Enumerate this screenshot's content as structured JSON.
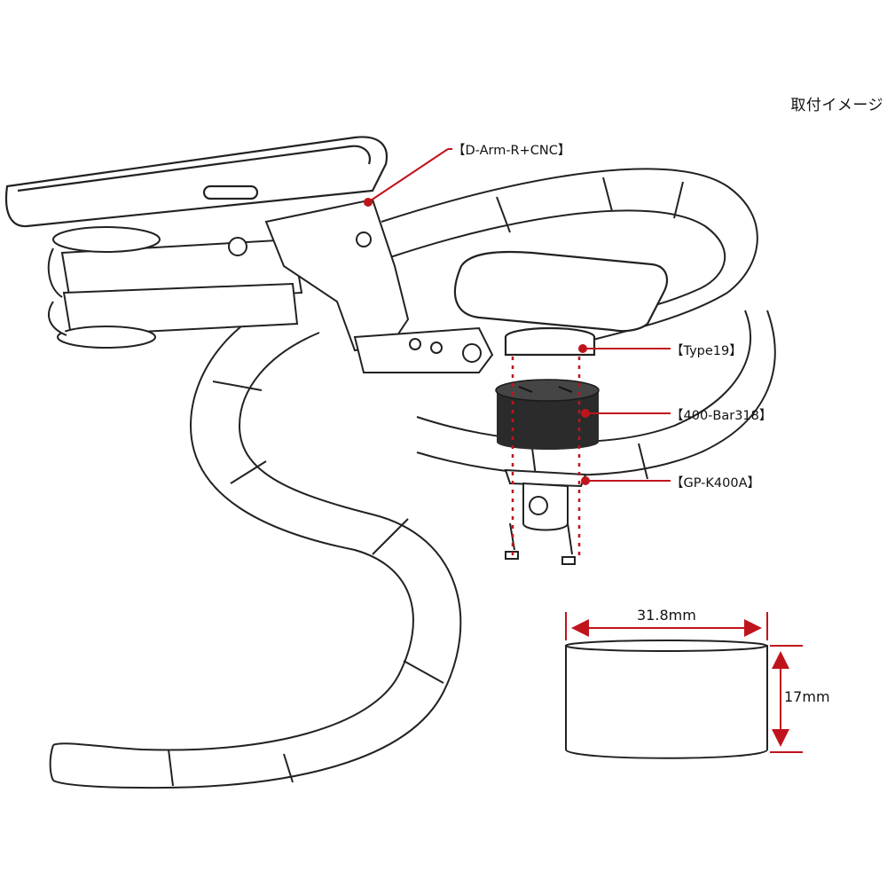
{
  "heading": "取付イメージ",
  "callouts": {
    "d_arm": "【D-Arm-R+CNC】",
    "type19": "【Type19】",
    "bar_adapter": "【400-Bar318】",
    "gp_adapter": "【GP-K400A】"
  },
  "dimensions": {
    "width": "31.8mm",
    "height": "17mm"
  },
  "colors": {
    "line": "#111111",
    "accent": "#c0141c",
    "part_fill": "#2b2b2b"
  }
}
